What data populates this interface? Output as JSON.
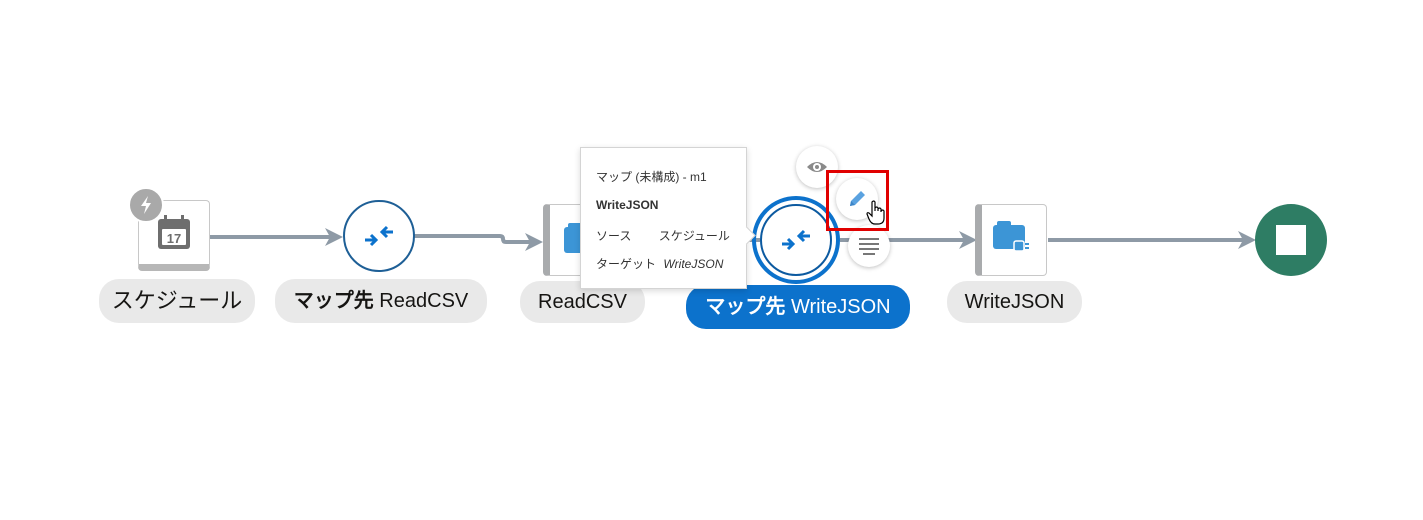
{
  "flow": {
    "nodes": [
      {
        "id": "schedule",
        "label": "スケジュール",
        "icon": "calendar-icon",
        "calendar_day": "17",
        "badge_icon": "lightning-icon"
      },
      {
        "id": "map-readcsv",
        "label_bold": "マップ先",
        "label_rest": " ReadCSV",
        "icon": "map-arrows-icon"
      },
      {
        "id": "readcsv",
        "label": "ReadCSV",
        "icon": "folder-icon"
      },
      {
        "id": "map-writejson",
        "label_bold": "マップ先",
        "label_rest": " WriteJSON",
        "icon": "map-arrows-icon",
        "selected": true
      },
      {
        "id": "writejson",
        "label": "WriteJSON",
        "icon": "folder-plug-icon"
      },
      {
        "id": "end",
        "label": "",
        "icon": "stop-icon"
      }
    ],
    "actions": {
      "view_icon": "eye-icon",
      "edit_icon": "pencil-icon",
      "menu_icon": "lines-icon"
    }
  },
  "tooltip": {
    "title": "マップ (未構成) - m1",
    "name": "WriteJSON",
    "source_label": "ソース",
    "source_value": "スケジュール",
    "target_label": "ターゲット",
    "target_value": "WriteJSON"
  },
  "colors": {
    "accent": "#0c72cc",
    "connector": "#8e9aa6",
    "end_node": "#2e7d64",
    "highlight": "#e00000"
  }
}
